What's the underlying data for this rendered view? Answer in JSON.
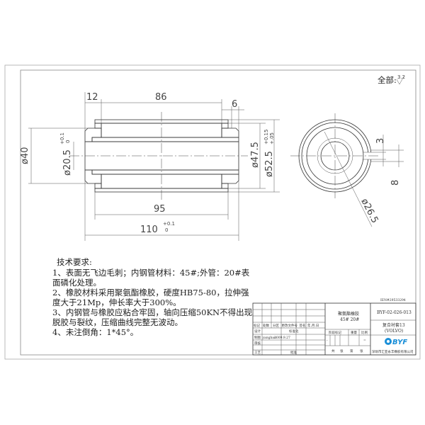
{
  "roughness": {
    "label": "全部:",
    "value": "3.2"
  },
  "dimensions": {
    "d12": "12",
    "d86": "86",
    "d6": "6",
    "d95": "95",
    "d110": "110",
    "d110_tol_upper": "+0.1",
    "d110_tol_lower": "0",
    "dia40": "ø40",
    "dia20_5": "ø20.5",
    "dia20_5_tol_upper": "+0.1",
    "dia20_5_tol_lower": "0",
    "dia47_5": "ø47.5",
    "dia52_5": "ø52.5",
    "dia52_5_tol_upper": "+0.15",
    "dia52_5_tol_lower": "+.05",
    "slot3": "3",
    "slot8": "8",
    "dia26_5": "ø26.5"
  },
  "notes": {
    "title": "技术要求:",
    "lines": [
      "1、表面无飞边毛刺；内钢管材料：45#;外管：20#表",
      "面磷化处理。",
      "2、橡胶材料采用聚氨酯橡胶，硬度HB75-80，拉伸强",
      "度大于21Mp，伸长率大于300%。",
      "3、内钢管与橡胶应粘合牢固，轴向压缩50KN不得出现",
      "脱胶与裂纹，压缩曲线完整无波动。",
      "4、未注倒角：1*45°。"
    ]
  },
  "title_block": {
    "doc_id": "IEN#29533294",
    "material_line1": "聚氨酯橡胶",
    "material_line2": "45# 20#",
    "drawing_number": "BYF-02-026-013",
    "part_name": "复合衬套13",
    "part_model": "(VOLVO)",
    "header_cells": [
      "标记",
      "处数",
      "分区",
      "更改文件号",
      "签名",
      "年.月.日"
    ],
    "roles": [
      "设计",
      "制图",
      "审核",
      "工艺"
    ],
    "standardize": "标准化",
    "approve": "批准",
    "drafter": "yangbao",
    "date": "2009.9.27",
    "stage_label": "阶段标记",
    "weight_label": "重量",
    "scale_label": "比例",
    "stage_value": "-",
    "scale_value": "=",
    "sheets": [
      "共",
      "张",
      "第",
      "张"
    ],
    "logo_text": "BYF",
    "company": "深圳市汇亚永丰橡胶有限公司"
  },
  "colors": {
    "line": "#333333",
    "logo": "#1a8fd8"
  }
}
